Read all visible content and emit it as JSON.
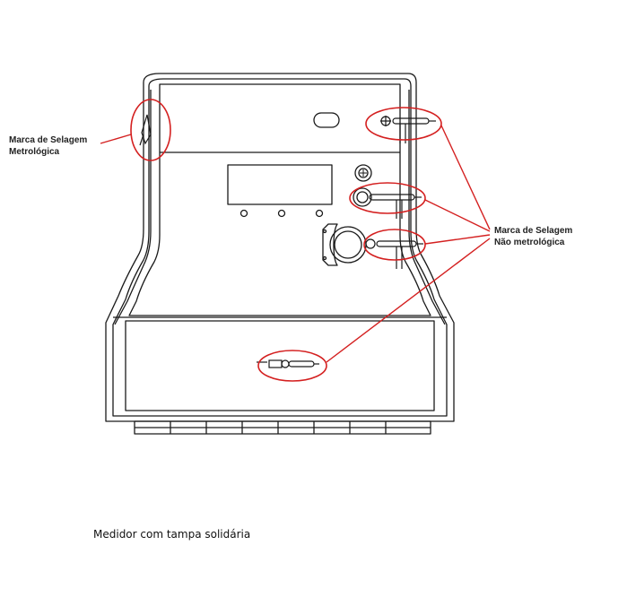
{
  "labels": {
    "metrological_seal": {
      "line1": "Marca de Selagem",
      "line2": "Metrológica"
    },
    "non_metrological_seal": {
      "line1": "Marca de Selagem",
      "line2": "Não metrológica"
    }
  },
  "caption": "Medidor com tampa solidária",
  "colors": {
    "outline": "#1a1a1a",
    "highlight": "#d42020",
    "background": "#ffffff"
  },
  "icons": [
    "meter-body",
    "seal-clip",
    "seal-wire",
    "highlight-ellipse",
    "leader-line"
  ]
}
